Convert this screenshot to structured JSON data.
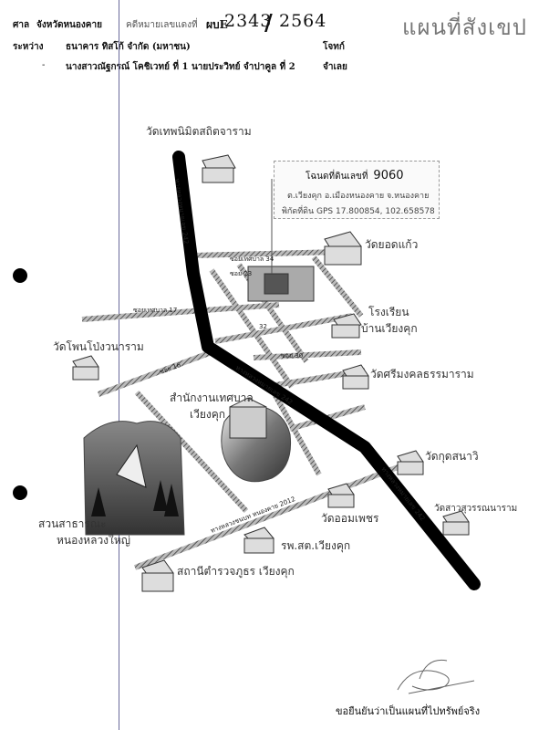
{
  "header": {
    "court_label": "ศาล",
    "court": "จังหวัดหนองคาย",
    "case_label": "คดีหมายเลขแดงที่",
    "case_prefix": "ผบE",
    "case_number": "2343",
    "case_slash": "/",
    "case_year": "2564",
    "between_label": "ระหว่าง",
    "plaintiff": "ธนาคาร ทิสโก้ จำกัด (มหาชน)",
    "plaintiff_role": "โจทก์",
    "defendant": "นางสาวณัฐกรณ์ โคชิเวทย์ ที่ 1 นายประวิทย์ จำปาคูล ที่ 2",
    "defendant_role": "จำเลย",
    "dash": "-",
    "title": "แผนที่สังเขป"
  },
  "infobox": {
    "deed_label": "โฉนดที่ดินเลขที่",
    "deed_number": "9060",
    "address": "ต.เวียงคุก อ.เมืองหนองคาย จ.หนองคาย",
    "gps": "พิกัดที่ดิน GPS 17.800854, 102.658578"
  },
  "places": {
    "wat_thep": "วัดเทพนิมิตสถิตจาราม",
    "wat_yot": "วัดยอดแก้ว",
    "school_1": "โรงเรียน",
    "school_2": "บ้านเวียงคุก",
    "wat_phon": "วัดโพนโป่งวนาราม",
    "wat_si": "วัดศรีมงคลธรรมาราม",
    "office_1": "สำนักงานเทศบาล",
    "office_2": "เวียงคุก",
    "wat_kut": "วัดกุดสนาวิ",
    "wat_sao": "วัดสาวสุวรรณนาราม",
    "wat_om": "วัดออมเพชร",
    "park_1": "สวนสาธารณะ",
    "park_2": "หนองหลวงใหญ่",
    "hospital": "รพ.สต.เวียงคุก",
    "police": "สถานีตำรวจภูธร เวียงคุก"
  },
  "roads": {
    "hwy_top": "ทางหลวงหมายเลข 242",
    "hwy_mid": "ทางหลวงหมายเลข 242",
    "hwy_low": "ทางหลวงหมายเลข 242",
    "soi_34": "ซอยเทศบาล 34",
    "soi_23": "ซอย 23",
    "soi_17": "ซอยเทศบาล 17",
    "soi_32": "32",
    "soi_30": "ซอย 30",
    "soi_16": "ซอย 16",
    "rural_road": "ทางหลวงชนบท หนองคาย 2012"
  },
  "footer": {
    "certify": "ขอยืนยันว่าเป็นแผนที่ไปทรัพย์จริง"
  }
}
